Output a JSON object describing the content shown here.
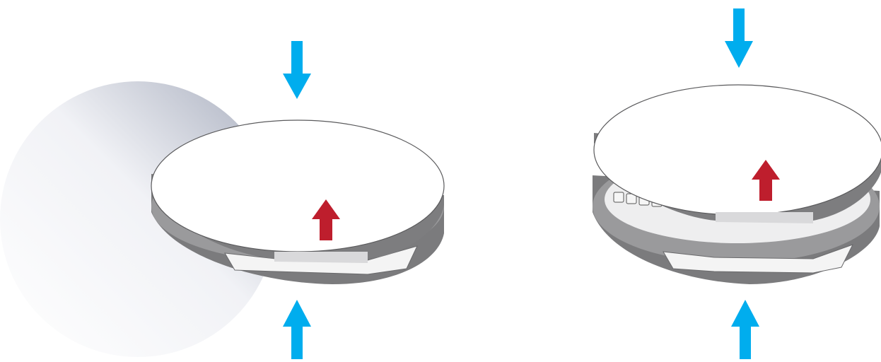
{
  "colors": {
    "background": "#ffffff",
    "press_arrow": "#00adee",
    "lift_arrow": "#be1e2d",
    "base_side": "#7b7b7d",
    "base_top": "#9a9a9c",
    "lid_face": "#ffffff",
    "lid_outline": "#5a5a5c",
    "lid_rim": "#7d7d7f",
    "hinge_tab": "#d9d9db",
    "wall_shadow_light": "#ffffff",
    "wall_shadow_dark": "#a7adbd"
  },
  "icons": {
    "press_down": "arrow-down-icon",
    "press_up": "arrow-up-icon",
    "lift": "arrow-up-icon"
  },
  "panels": [
    {
      "state": "closed",
      "has_background_circle": true,
      "arrows": [
        "press-down",
        "press-up",
        "lid-lift"
      ]
    },
    {
      "state": "opening",
      "has_background_circle": false,
      "arrows": [
        "press-down",
        "press-up",
        "lid-lift"
      ]
    }
  ]
}
